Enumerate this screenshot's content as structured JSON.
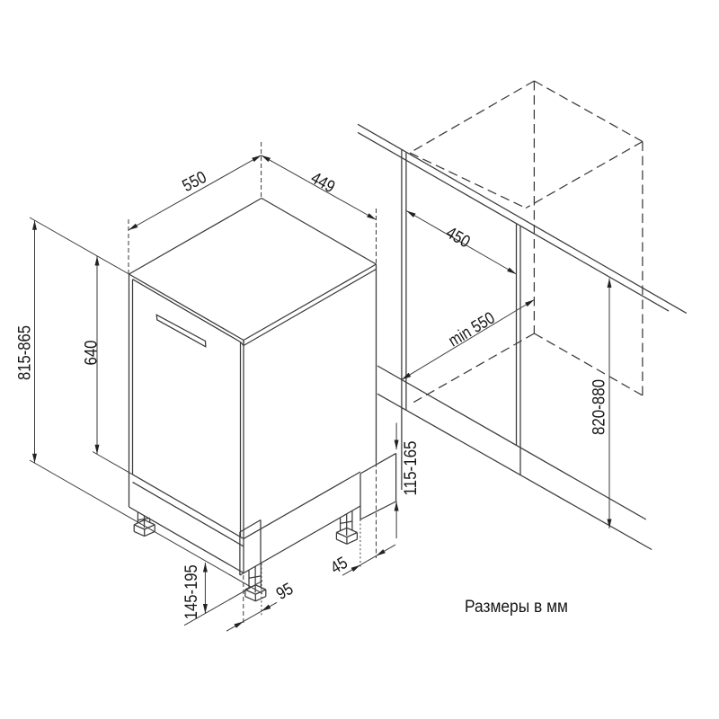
{
  "diagram": {
    "type": "built-in dishwasher installation drawing",
    "caption": "Размеры в мм",
    "appliance": {
      "depth_top": "550",
      "width_top": "449",
      "door_height": "640",
      "overall_height": "815-865",
      "feet_height": "145-195",
      "feet_inset_front": "95",
      "feet_inset_side": "45",
      "plinth_height": "115-165"
    },
    "niche": {
      "width": "450",
      "depth": "min 550",
      "height": "820-880"
    }
  },
  "colors": {
    "background": "#ffffff",
    "line": "#3a3a3a",
    "text": "#161616"
  }
}
